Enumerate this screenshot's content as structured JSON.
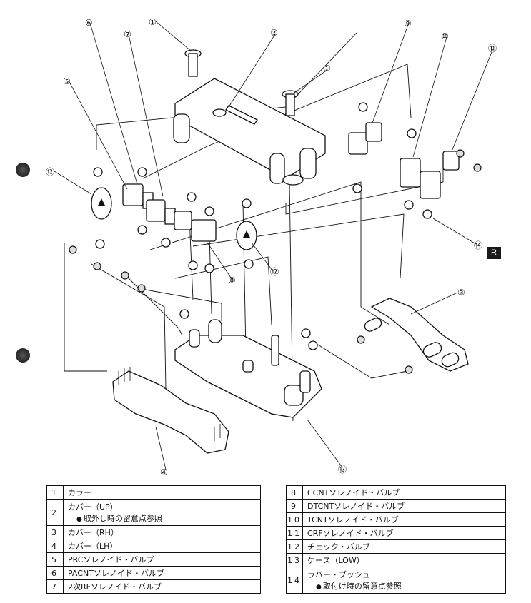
{
  "badge": "R",
  "callouts": [
    "①",
    "②",
    "③",
    "④",
    "⑤",
    "⑥",
    "⑦",
    "⑧",
    "⑨",
    "⑩",
    "⑪",
    "⑫",
    "⑬",
    "⑭"
  ],
  "legend_left": [
    {
      "num": "1",
      "name": "カラー"
    },
    {
      "num": "2",
      "name": "カバー（UP）",
      "note": "取外し時の留意点参照"
    },
    {
      "num": "3",
      "name": "カバー（RH）"
    },
    {
      "num": "4",
      "name": "カバー（LH）"
    },
    {
      "num": "5",
      "name": "PRCソレノイド・バルブ"
    },
    {
      "num": "6",
      "name": "PACNTソレノイド・バルブ"
    },
    {
      "num": "7",
      "name": "2次RFソレノイド・バルブ"
    }
  ],
  "legend_right": [
    {
      "num": "8",
      "name": "CCNTソレノイド・バルブ"
    },
    {
      "num": "9",
      "name": "DTCNTソレノイド・バルブ"
    },
    {
      "num": "10",
      "name": "TCNTソレノイド・バルブ"
    },
    {
      "num": "11",
      "name": "CRFソレノイド・バルブ"
    },
    {
      "num": "12",
      "name": "チェック・バルブ"
    },
    {
      "num": "13",
      "name": "ケース（LOW）"
    },
    {
      "num": "14",
      "name": "ラバー・ブッシュ",
      "note": "取付け時の留意点参照"
    }
  ]
}
